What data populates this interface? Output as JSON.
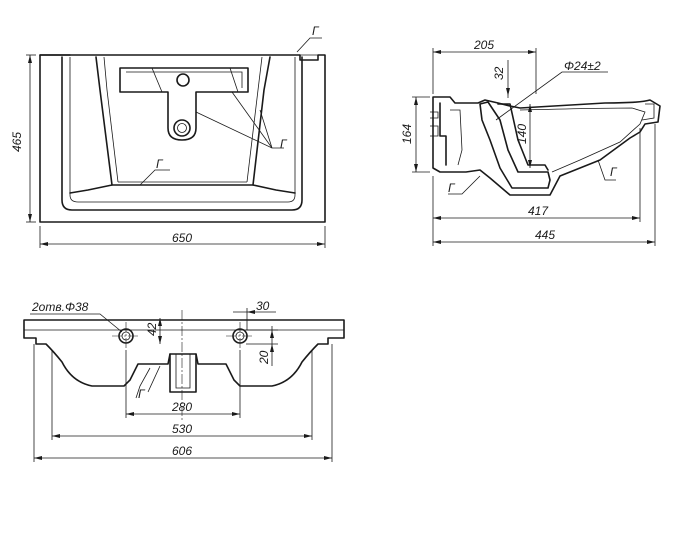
{
  "front_view": {
    "dim_height": "465",
    "dim_width": "650",
    "callout_top": "Г",
    "callout_right": "Г",
    "callout_bottom": "Г"
  },
  "side_view": {
    "dim_205": "205",
    "dim_32": "32",
    "dim_diameter": "Φ24±2",
    "dim_164": "164",
    "dim_140": "140",
    "dim_417": "417",
    "dim_445": "445",
    "callout_left": "Г",
    "callout_right": "Г"
  },
  "bottom_view": {
    "holes_label": "2отв.Φ38",
    "dim_42": "42",
    "dim_30": "30",
    "dim_20": "20",
    "dim_280": "280",
    "dim_530": "530",
    "dim_606": "606",
    "callout": "Г"
  }
}
